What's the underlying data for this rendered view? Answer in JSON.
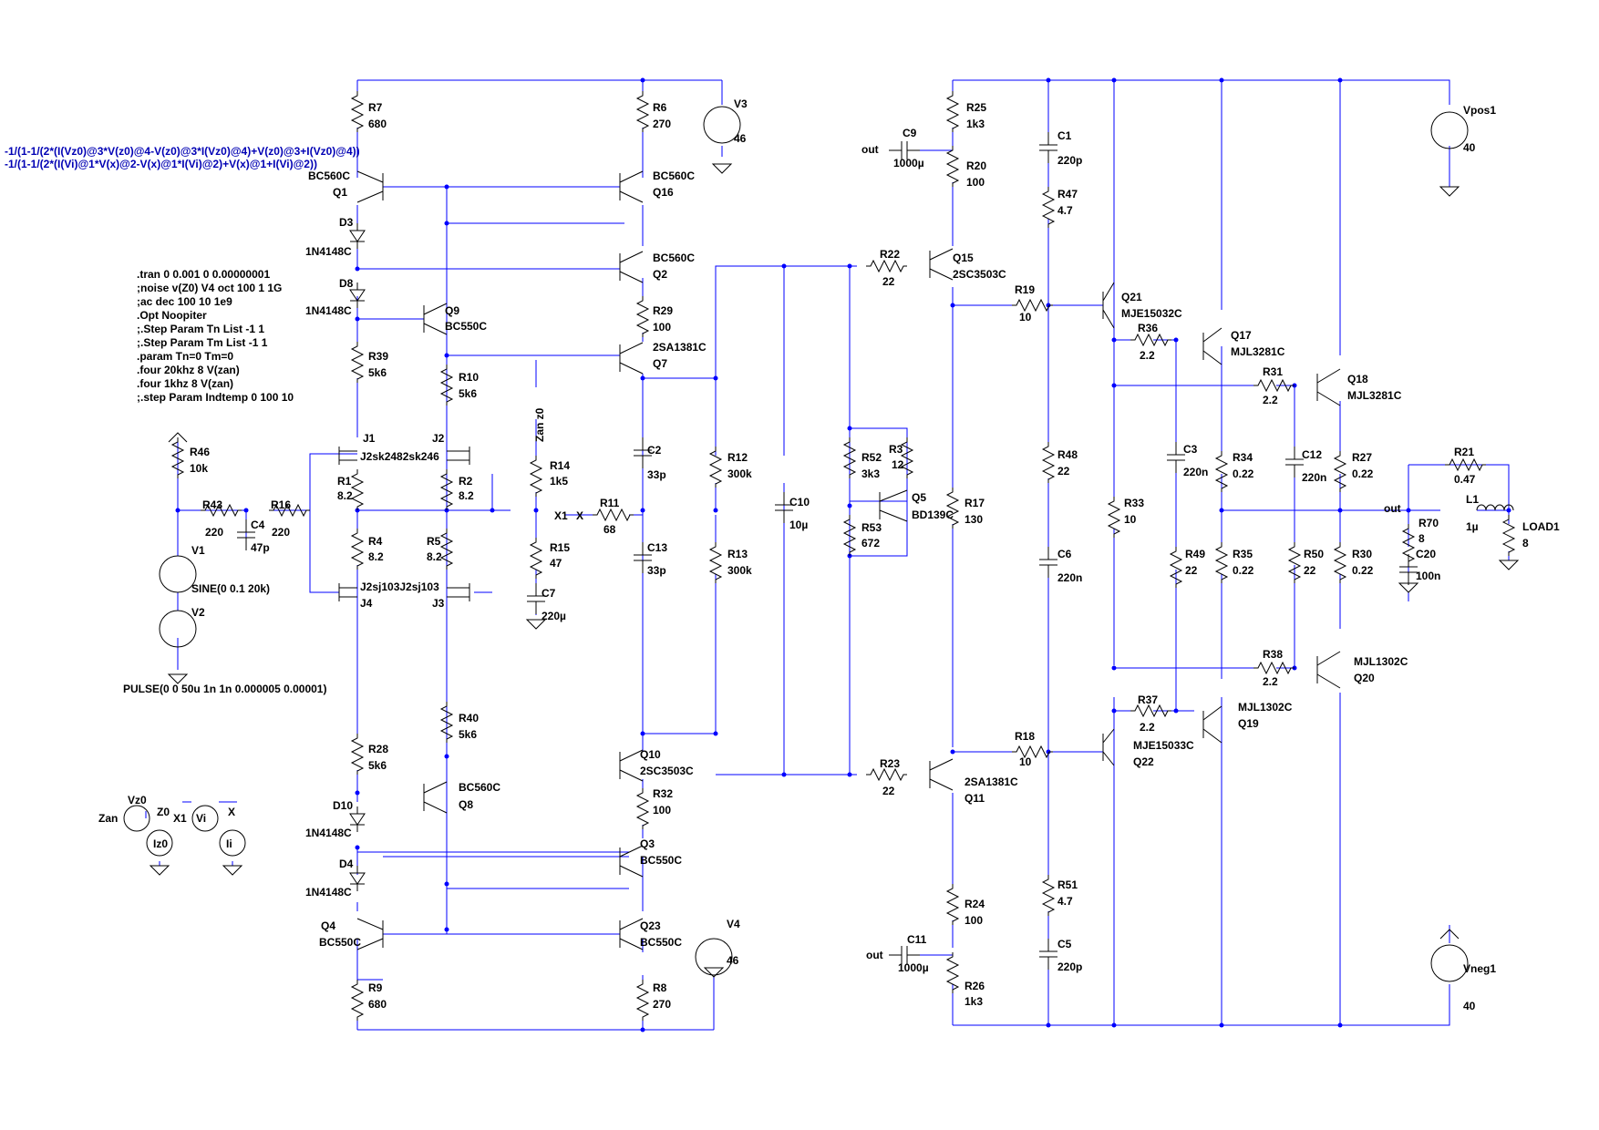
{
  "colors": {
    "wire": "#0000ff",
    "component": "#000000",
    "expression": "#0000b4",
    "background": "#ffffff"
  },
  "expressions": [
    "-1/(1-1/(2*(I(Vz0)@3*V(z0)@4-V(z0)@3*I(Vz0)@4)+V(z0)@3+I(Vz0)@4))",
    "-1/(1-1/(2*(I(Vi)@1*V(x)@2-V(x)@1*I(Vi)@2)+V(x)@1+I(Vi)@2))"
  ],
  "directives": [
    ".tran 0 0.001 0 0.00000001",
    ";noise v(Z0) V4 oct 100 1 1G",
    ";ac dec 100 10 1e9",
    ".Opt Noopiter",
    ";.Step Param Tn List -1 1",
    ";.Step Param Tm List -1 1",
    ".param Tn=0 Tm=0",
    ".four 20khz 8 V(zan)",
    ".four 1khz 8 V(zan)",
    ";.step Param Indtemp 0 100 10"
  ],
  "resistors": [
    {
      "ref": "R7",
      "value": "680"
    },
    {
      "ref": "R6",
      "value": "270"
    },
    {
      "ref": "R39",
      "value": "5k6"
    },
    {
      "ref": "R10",
      "value": "5k6"
    },
    {
      "ref": "R29",
      "value": "100"
    },
    {
      "ref": "R46",
      "value": "10k"
    },
    {
      "ref": "R43",
      "value": "220"
    },
    {
      "ref": "R16",
      "value": "220"
    },
    {
      "ref": "R1",
      "value": "8.2"
    },
    {
      "ref": "R2",
      "value": "8.2"
    },
    {
      "ref": "R4",
      "value": "8.2"
    },
    {
      "ref": "R5",
      "value": "8.2"
    },
    {
      "ref": "R14",
      "value": "1k5"
    },
    {
      "ref": "R15",
      "value": "47"
    },
    {
      "ref": "R11",
      "value": "68"
    },
    {
      "ref": "R12",
      "value": "300k"
    },
    {
      "ref": "R13",
      "value": "300k"
    },
    {
      "ref": "R40",
      "value": "5k6"
    },
    {
      "ref": "R28",
      "value": "5k6"
    },
    {
      "ref": "R32",
      "value": "100"
    },
    {
      "ref": "R9",
      "value": "680"
    },
    {
      "ref": "R8",
      "value": "270"
    },
    {
      "ref": "R25",
      "value": "1k3"
    },
    {
      "ref": "R20",
      "value": "100"
    },
    {
      "ref": "R22",
      "value": "22"
    },
    {
      "ref": "R52",
      "value": "3k3"
    },
    {
      "ref": "R3",
      "value": "12"
    },
    {
      "ref": "R53",
      "value": "672"
    },
    {
      "ref": "R17",
      "value": "130"
    },
    {
      "ref": "R23",
      "value": "22"
    },
    {
      "ref": "R24",
      "value": "100"
    },
    {
      "ref": "R26",
      "value": "1k3"
    },
    {
      "ref": "R47",
      "value": "4.7"
    },
    {
      "ref": "R19",
      "value": "10"
    },
    {
      "ref": "R48",
      "value": "22"
    },
    {
      "ref": "R18",
      "value": "10"
    },
    {
      "ref": "R51",
      "value": "4.7"
    },
    {
      "ref": "R36",
      "value": "2.2"
    },
    {
      "ref": "R31",
      "value": "2.2"
    },
    {
      "ref": "R33",
      "value": "10"
    },
    {
      "ref": "R49",
      "value": "22"
    },
    {
      "ref": "R34",
      "value": "0.22"
    },
    {
      "ref": "R35",
      "value": "0.22"
    },
    {
      "ref": "R50",
      "value": "22"
    },
    {
      "ref": "R27",
      "value": "0.22"
    },
    {
      "ref": "R30",
      "value": "0.22"
    },
    {
      "ref": "R38",
      "value": "2.2"
    },
    {
      "ref": "R37",
      "value": "2.2"
    },
    {
      "ref": "R21",
      "value": "0.47"
    },
    {
      "ref": "R70",
      "value": "8"
    }
  ],
  "capacitors": [
    {
      "ref": "C4",
      "value": "47p"
    },
    {
      "ref": "C2",
      "value": "33p"
    },
    {
      "ref": "C13",
      "value": "33p"
    },
    {
      "ref": "C7",
      "value": "220µ"
    },
    {
      "ref": "C10",
      "value": "10µ"
    },
    {
      "ref": "C9",
      "value": "1000µ"
    },
    {
      "ref": "C11",
      "value": "1000µ"
    },
    {
      "ref": "C1",
      "value": "220p"
    },
    {
      "ref": "C6",
      "value": "220n"
    },
    {
      "ref": "C5",
      "value": "220p"
    },
    {
      "ref": "C3",
      "value": "220n"
    },
    {
      "ref": "C12",
      "value": "220n"
    },
    {
      "ref": "C20",
      "value": "100n"
    }
  ],
  "transistors": [
    {
      "ref": "Q1",
      "model": "BC560C"
    },
    {
      "ref": "Q16",
      "model": "BC560C"
    },
    {
      "ref": "Q2",
      "model": "BC560C"
    },
    {
      "ref": "Q9",
      "model": "BC550C"
    },
    {
      "ref": "Q7",
      "model": "2SA1381C"
    },
    {
      "ref": "Q10",
      "model": "2SC3503C"
    },
    {
      "ref": "Q8",
      "model": "BC560C"
    },
    {
      "ref": "Q3",
      "model": "BC550C"
    },
    {
      "ref": "Q4",
      "model": "BC550C"
    },
    {
      "ref": "Q23",
      "model": "BC550C"
    },
    {
      "ref": "Q15",
      "model": "2SC3503C"
    },
    {
      "ref": "Q5",
      "model": "BD139C"
    },
    {
      "ref": "Q11",
      "model": "2SA1381C"
    },
    {
      "ref": "Q21",
      "model": "MJE15032C"
    },
    {
      "ref": "Q17",
      "model": "MJL3281C"
    },
    {
      "ref": "Q18",
      "model": "MJL3281C"
    },
    {
      "ref": "Q22",
      "model": "MJE15033C"
    },
    {
      "ref": "Q19",
      "model": "MJL1302C"
    },
    {
      "ref": "Q20",
      "model": "MJL1302C"
    }
  ],
  "diodes": [
    {
      "ref": "D3",
      "model": "1N4148C"
    },
    {
      "ref": "D8",
      "model": "1N4148C"
    },
    {
      "ref": "D10",
      "model": "1N4148C"
    },
    {
      "ref": "D4",
      "model": "1N4148C"
    }
  ],
  "jfets": {
    "J1": "J1",
    "J2": "J2",
    "J3": "J3",
    "J4": "J4",
    "top_model": "J2sk2482sk246",
    "bottom_model": "J2sj103J2sj103"
  },
  "sources": {
    "V1": "V1",
    "V1_value": "SINE(0 0.1 20k)",
    "V2": "V2",
    "V2_value": "PULSE(0 0 50u 1n 1n 0.000005 0.00001)",
    "V3": "V3",
    "V3_value": "46",
    "V4": "V4",
    "V4_value": "46",
    "Vpos": "Vpos1",
    "Vpos_value": "40",
    "Vneg": "Vneg1",
    "Vneg_value": "40",
    "Vz0": "Vz0",
    "Vi": "Vi",
    "Iz0": "Iz0",
    "Ii": "Ii"
  },
  "inductor": {
    "ref": "L1",
    "value": "1µ"
  },
  "load": {
    "ref": "LOAD1",
    "value": "8"
  },
  "nets": {
    "out": "out",
    "zan": "Zan",
    "z0": "Z0",
    "x1": "X1",
    "x": "X",
    "zan_z0": "Zan z0"
  }
}
